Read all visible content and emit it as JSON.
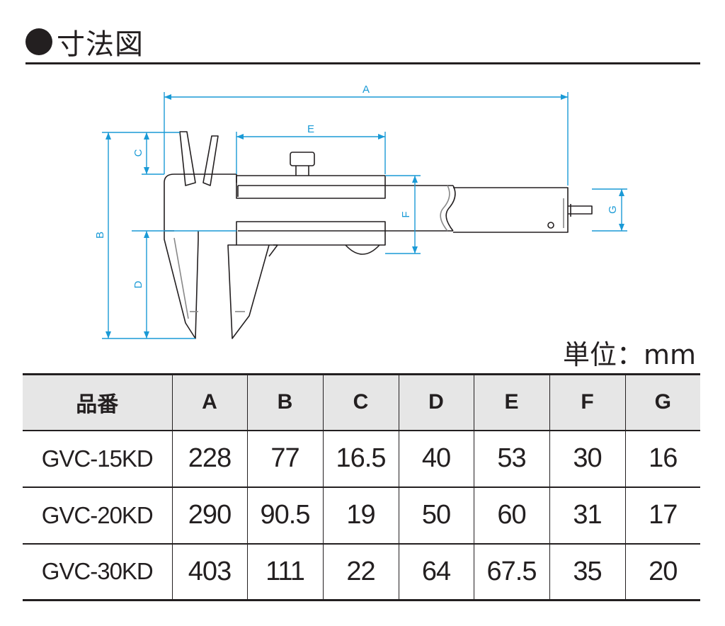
{
  "heading": {
    "title": "寸法図"
  },
  "diagram": {
    "labels": {
      "a": "A",
      "b": "B",
      "c": "C",
      "d": "D",
      "e": "E",
      "f": "F",
      "g": "G"
    },
    "line_color": "#1a9ad6"
  },
  "unit_note": "単位：mm",
  "table": {
    "headers": [
      "品番",
      "A",
      "B",
      "C",
      "D",
      "E",
      "F",
      "G"
    ],
    "rows": [
      [
        "GVC-15KD",
        "228",
        "77",
        "16.5",
        "40",
        "53",
        "30",
        "16"
      ],
      [
        "GVC-20KD",
        "290",
        "90.5",
        "19",
        "50",
        "60",
        "31",
        "17"
      ],
      [
        "GVC-30KD",
        "403",
        "111",
        "22",
        "64",
        "67.5",
        "35",
        "20"
      ]
    ]
  }
}
